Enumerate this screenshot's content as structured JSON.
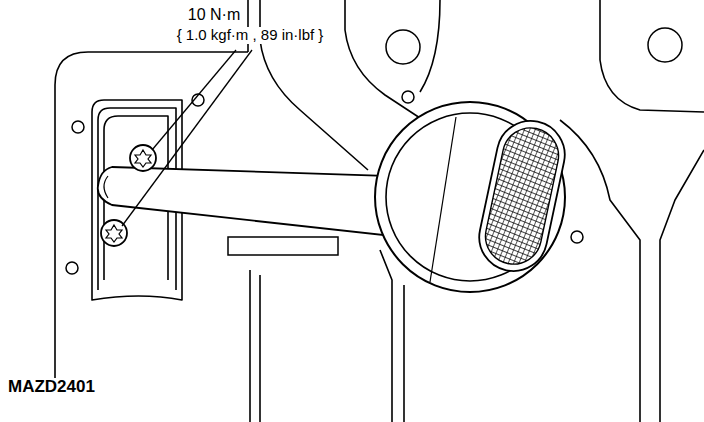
{
  "diagram": {
    "labels": [
      "10 N·m",
      "{ 1.0 kgf·m , 89 in·lbf }",
      "MAZD2401"
    ]
  }
}
